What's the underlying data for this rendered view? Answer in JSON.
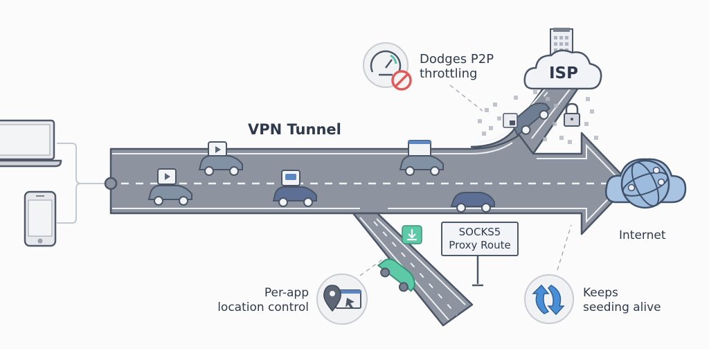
{
  "title": "VPN Tunnel",
  "devices": [
    {
      "name": "laptop",
      "icon": "laptop-icon"
    },
    {
      "name": "phone",
      "icon": "smartphone-icon"
    }
  ],
  "nodes": {
    "isp": {
      "label": "ISP",
      "icon": "cloud-building-icon"
    },
    "internet": {
      "label": "Internet",
      "icon": "globe-cloud-icon"
    }
  },
  "sign": {
    "line1": "SOCKS5",
    "line2": "Proxy Route"
  },
  "callouts": [
    {
      "id": "throttling",
      "line1": "Dodges P2P",
      "line2": "throttling",
      "icon": "speedometer-blocked-icon"
    },
    {
      "id": "location",
      "line1": "Per-app",
      "line2": "location control",
      "icon": "location-pin-window-icon"
    },
    {
      "id": "seeding",
      "line1": "Keeps",
      "line2": "seeding alive",
      "icon": "sync-arrows-icon"
    }
  ],
  "cars": [
    {
      "id": "car-video-1",
      "payload": "play-icon"
    },
    {
      "id": "car-video-2",
      "payload": "play-icon"
    },
    {
      "id": "car-chat",
      "payload": "chat-icon"
    },
    {
      "id": "car-browser",
      "payload": "browser-window-icon"
    },
    {
      "id": "car-plain",
      "payload": "none"
    },
    {
      "id": "car-isp-locked",
      "payload": "encrypted-grid-icon"
    },
    {
      "id": "car-proxy-download",
      "payload": "download-icon"
    }
  ],
  "colors": {
    "road": "#8d949f",
    "road_edge": "#4a5565",
    "accent_green": "#5cc9a7",
    "accent_blue": "#4a8fd6",
    "warning_red": "#e05a5a",
    "text": "#2f3a4a"
  }
}
